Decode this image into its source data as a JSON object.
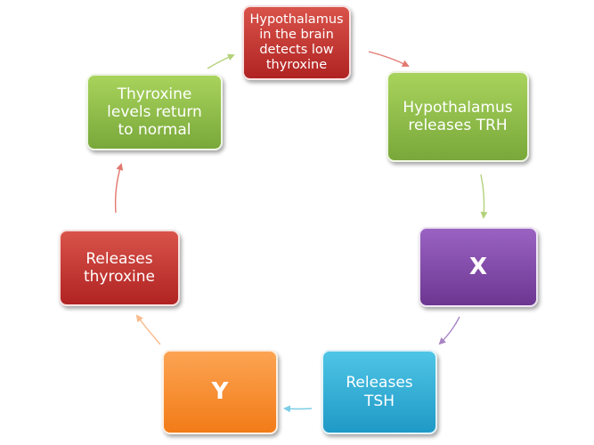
{
  "diagram": {
    "nodes": [
      {
        "id": "top",
        "label": "Hypothalamus\nin the brain\ndetects low\nthyroxine",
        "color": "#c0302d"
      },
      {
        "id": "r1",
        "label": "Hypothalamus\nreleases TRH",
        "color": "#8cbd45"
      },
      {
        "id": "r2",
        "label": "X",
        "color": "#7e44a8"
      },
      {
        "id": "b1",
        "label": "Releases\nTSH",
        "color": "#34b0d8"
      },
      {
        "id": "b2",
        "label": "Y",
        "color": "#f78d2e"
      },
      {
        "id": "l2",
        "label": "Releases\nthyroxine",
        "color": "#c0302d"
      },
      {
        "id": "l1",
        "label": "Thyroxine\nlevels return\nto normal",
        "color": "#8cbd45"
      }
    ],
    "edges": [
      {
        "from": "top",
        "to": "r1"
      },
      {
        "from": "r1",
        "to": "r2"
      },
      {
        "from": "r2",
        "to": "b1"
      },
      {
        "from": "b1",
        "to": "b2"
      },
      {
        "from": "b2",
        "to": "l2"
      },
      {
        "from": "l2",
        "to": "l1"
      },
      {
        "from": "l1",
        "to": "top"
      }
    ]
  }
}
